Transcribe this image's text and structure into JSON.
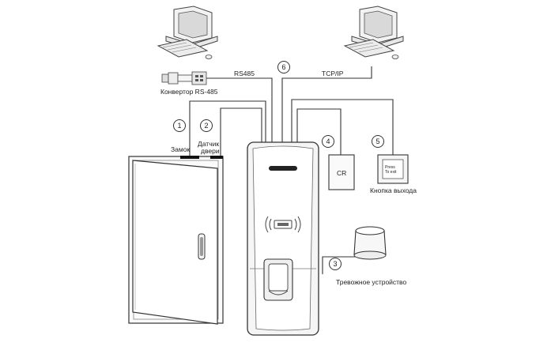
{
  "labels": {
    "rs485": "RS485",
    "tcpip": "TCP/IP",
    "converter": "Конвертор RS-485",
    "lock": "Замок",
    "door_sensor_line1": "Датчик",
    "door_sensor_line2": "двери",
    "cr": "CR",
    "exit_button": "Кнопка выхода",
    "exit_button_face_line1": "Press",
    "exit_button_face_line2": "To exit",
    "alarm": "Тревожное устройство"
  },
  "markers": {
    "lock": "1",
    "door_sensor": "2",
    "alarm": "3",
    "card_reader": "4",
    "exit_button": "5",
    "network": "6"
  }
}
